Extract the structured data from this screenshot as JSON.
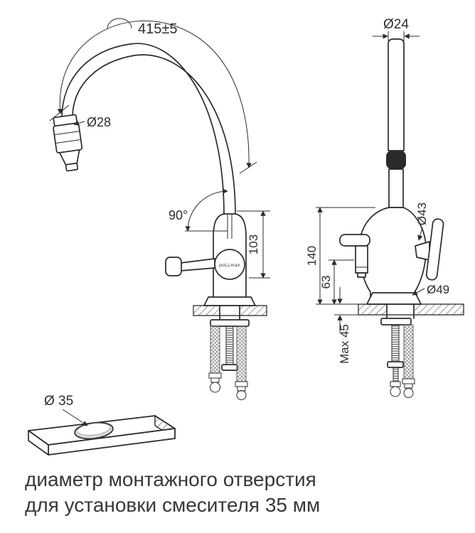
{
  "caption": {
    "line1": "диаметр монтажного отверстия",
    "line2": "для установки смесителя 35 мм"
  },
  "front_view": {
    "arc_dimension": "415±5",
    "spray_head_diameter": "Ø28",
    "swivel_angle": "90°",
    "spout_height": "103",
    "brand": "poLLmax"
  },
  "side_view": {
    "top_diameter": "Ø24",
    "body_diameter": "Ø43",
    "outlet_height": "63",
    "total_height": "140",
    "base_diameter": "Ø49",
    "max_counter_thickness": "Max 45"
  },
  "countertop": {
    "hole_diameter": "Ø 35"
  },
  "colors": {
    "line": "#2b2b2b",
    "text": "#2e2e2e",
    "caption": "#383838"
  }
}
